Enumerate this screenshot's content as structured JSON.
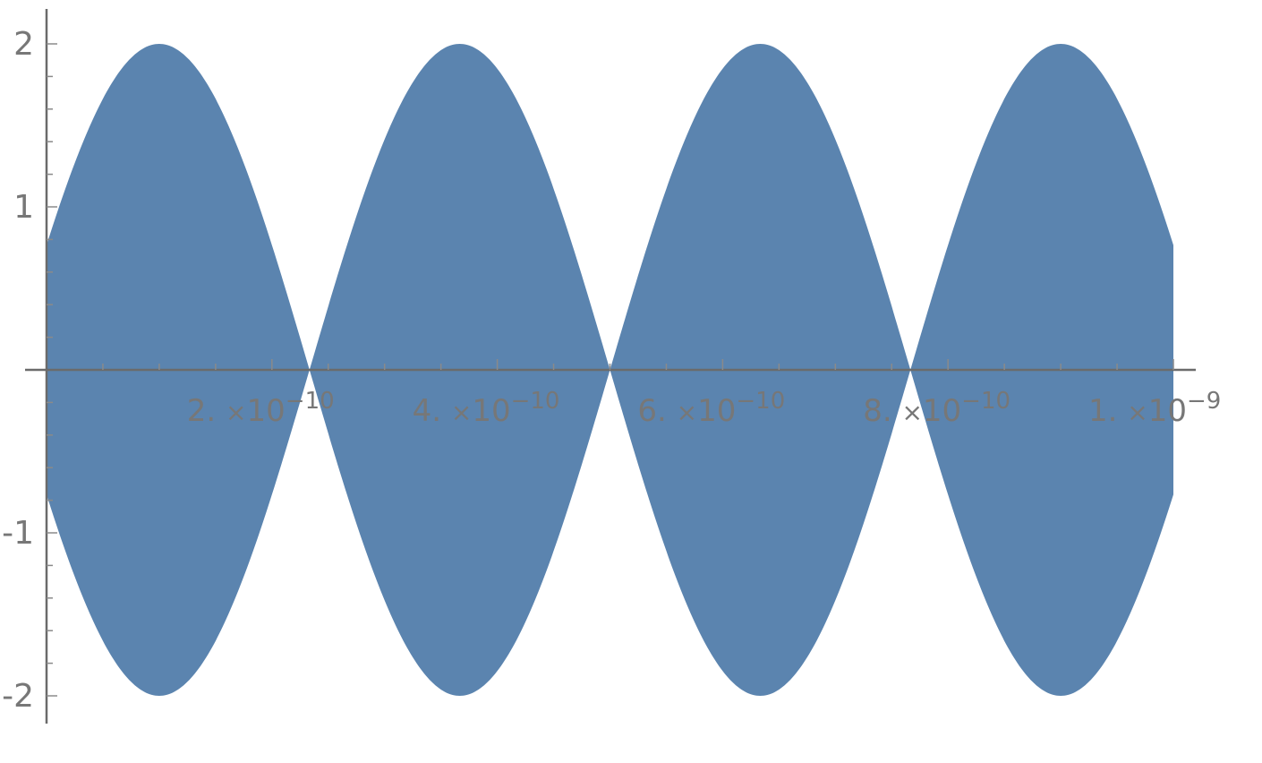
{
  "chart_data": {
    "type": "area",
    "title": "",
    "xlabel": "",
    "ylabel": "",
    "xlim": [
      0,
      1e-09
    ],
    "ylim": [
      -2.1,
      2.1
    ],
    "grid": false,
    "legend": "none",
    "series_color": "#5b84af",
    "axis_color": "#6b6b6b",
    "label_color": "#777777",
    "envelope": {
      "peaks": [
        {
          "x": 1e-10,
          "y": 2
        },
        {
          "x": 3.65e-10,
          "y": 2
        },
        {
          "x": 6.35e-10,
          "y": 2
        },
        {
          "x": 9e-10,
          "y": 2
        }
      ],
      "zero_crossings": [
        2.33e-10,
        5e-10,
        7.67e-10
      ],
      "start": {
        "x": 0,
        "y": 0.9
      },
      "end": {
        "x": 1e-09,
        "y": 0.8
      }
    },
    "x_ticks": [
      {
        "value": 2e-10,
        "mantissa": "2.",
        "times": "×",
        "base": "10",
        "exp": "−10"
      },
      {
        "value": 4e-10,
        "mantissa": "4.",
        "times": "×",
        "base": "10",
        "exp": "−10"
      },
      {
        "value": 6e-10,
        "mantissa": "6.",
        "times": "×",
        "base": "10",
        "exp": "−10"
      },
      {
        "value": 8e-10,
        "mantissa": "8.",
        "times": "×",
        "base": "10",
        "exp": "−10"
      },
      {
        "value": 1e-09,
        "mantissa": "1.",
        "times": "×",
        "base": "10",
        "exp": "−9"
      }
    ],
    "y_ticks": [
      {
        "value": 2,
        "label": "2"
      },
      {
        "value": 1,
        "label": "1"
      },
      {
        "value": -1,
        "label": "-1"
      },
      {
        "value": -2,
        "label": "-2"
      }
    ]
  }
}
